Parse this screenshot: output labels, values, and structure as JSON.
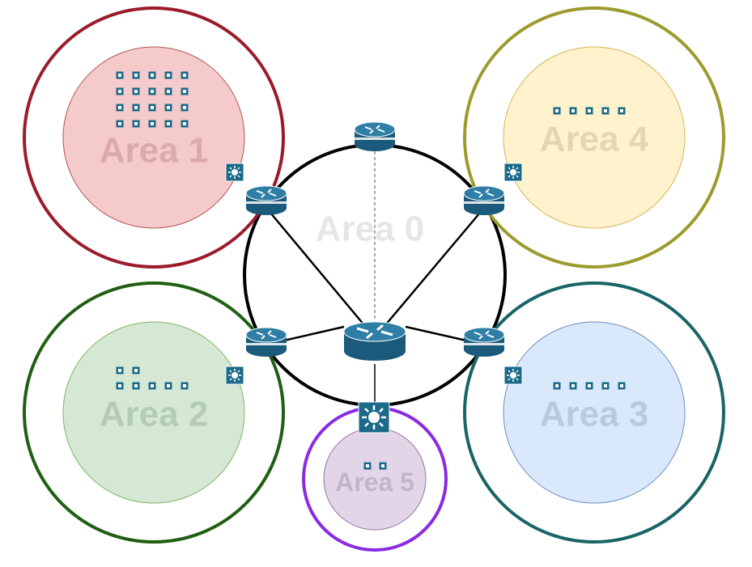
{
  "areas": [
    {
      "id": "area0",
      "label": "Area 0",
      "ring_color": "#000000",
      "fill": "#ffffff",
      "label_color": "#e6e6e6"
    },
    {
      "id": "area1",
      "label": "Area 1",
      "ring_color": "#9b1b2a",
      "fill": "#f5caca",
      "label_color": "#dcaaaa"
    },
    {
      "id": "area2",
      "label": "Area 2",
      "ring_color": "#1f5f12",
      "fill": "#d5e8d4",
      "label_color": "#b6cbb5"
    },
    {
      "id": "area3",
      "label": "Area 3",
      "ring_color": "#196467",
      "fill": "#dae8fc",
      "label_color": "#b9c9de"
    },
    {
      "id": "area4",
      "label": "Area 4",
      "ring_color": "#9b9b2e",
      "fill": "#fff2cc",
      "label_color": "#e4d6b0"
    },
    {
      "id": "area5",
      "label": "Area 5",
      "ring_color": "#8a2be2",
      "fill": "#e1d5e7",
      "label_color": "#c3b4cb"
    }
  ],
  "device_colors": {
    "router": "#1f5f7f",
    "router_top": "#2b7aa0",
    "switch": "#1f6f8f",
    "host": "#1f6f8f"
  },
  "icons": {
    "router": "router-icon",
    "core_router": "core-router-icon",
    "switch": "l3-switch-icon",
    "host": "host-icon"
  }
}
